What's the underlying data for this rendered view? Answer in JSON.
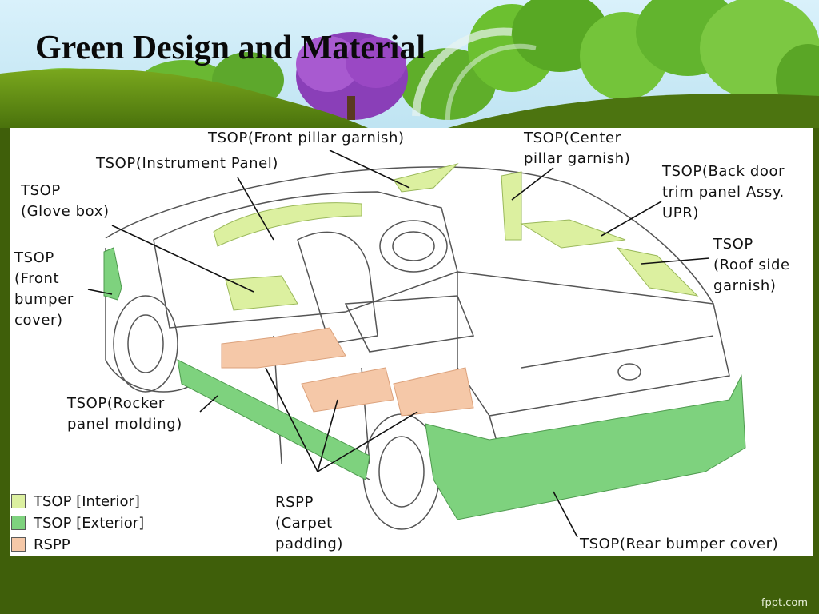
{
  "slide": {
    "title": "Green Design and Material",
    "footer": "fppt.com"
  },
  "colors": {
    "tsop_interior": "#dcf0a0",
    "tsop_exterior": "#7ed27e",
    "rspp": "#f5c8a8",
    "banner_green": "#5a8a14",
    "sky": "#c8e8f5"
  },
  "callouts": {
    "front_pillar": "TSOP(Front pillar garnish)",
    "center_pillar": "TSOP(Center\npillar garnish)",
    "instrument_panel": "TSOP(Instrument Panel)",
    "back_door": "TSOP(Back door\ntrim panel Assy.\nUPR)",
    "glove_box": "TSOP\n(Glove box)",
    "roof_side": "TSOP\n(Roof side\ngarnish)",
    "front_bumper": "TSOP\n(Front\nbumper\ncover)",
    "rocker_panel": "TSOP(Rocker\npanel molding)",
    "carpet": "RSPP\n(Carpet\npadding)",
    "rear_bumper": "TSOP(Rear bumper cover)"
  },
  "legend": [
    {
      "key": "tsop_interior",
      "label": "TSOP [Interior]"
    },
    {
      "key": "tsop_exterior",
      "label": "TSOP [Exterior]"
    },
    {
      "key": "rspp",
      "label": "RSPP"
    }
  ]
}
